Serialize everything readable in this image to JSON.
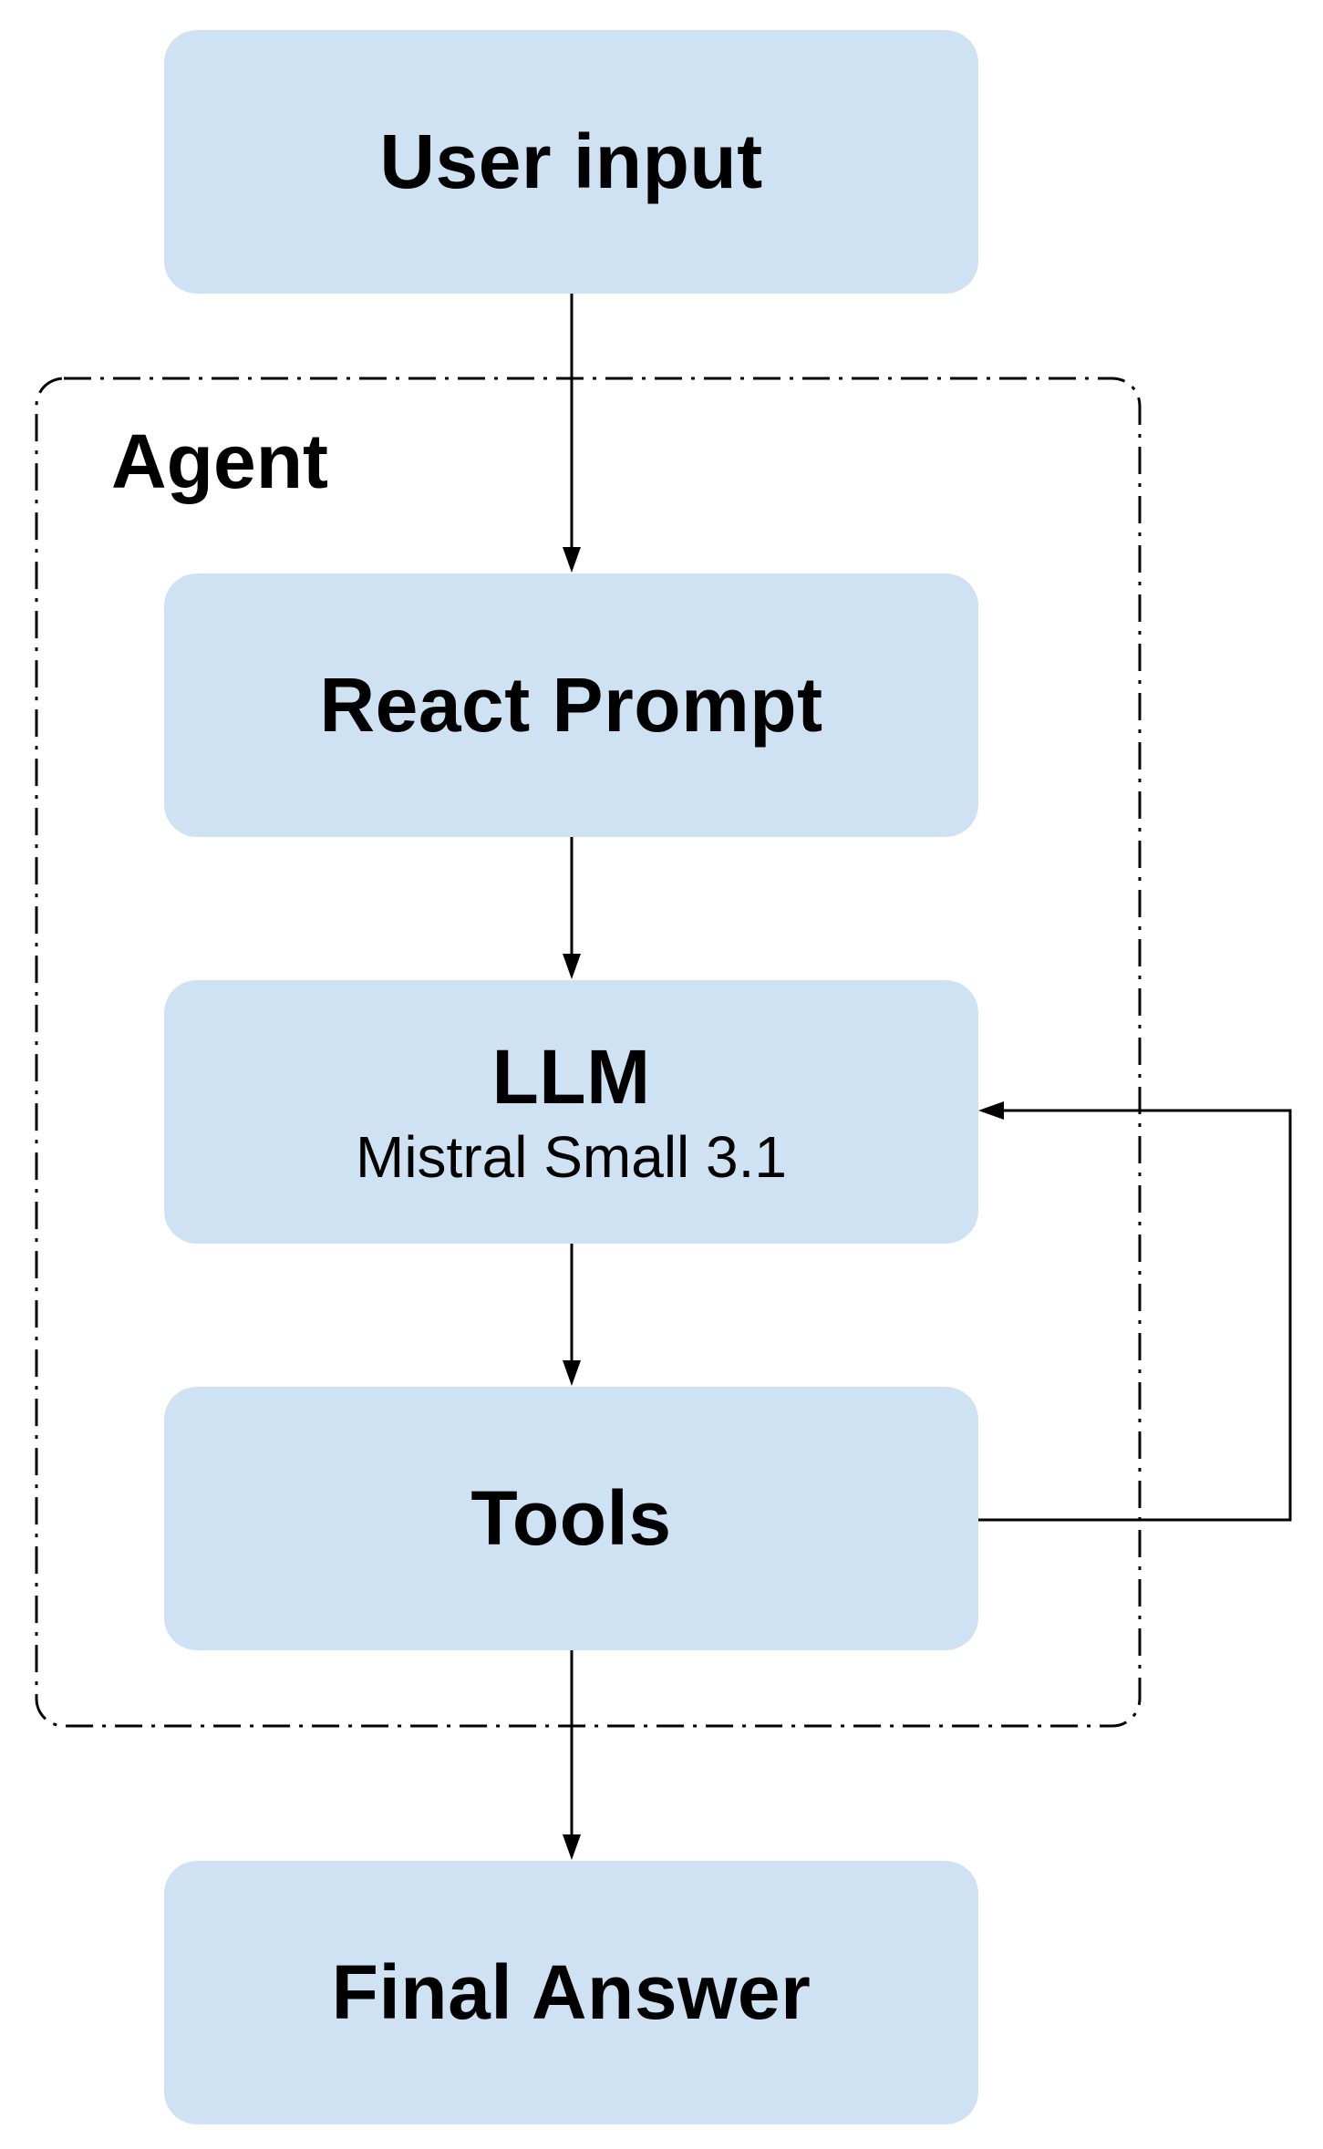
{
  "diagram": {
    "group": {
      "label": "Agent"
    },
    "nodes": {
      "user_input": {
        "title": "User input"
      },
      "react_prompt": {
        "title": "React Prompt"
      },
      "llm": {
        "title": "LLM",
        "subtitle": "Mistral Small 3.1"
      },
      "tools": {
        "title": "Tools"
      },
      "final_answer": {
        "title": "Final Answer"
      }
    },
    "edges": [
      {
        "from": "User input",
        "to": "React Prompt"
      },
      {
        "from": "React Prompt",
        "to": "LLM"
      },
      {
        "from": "LLM",
        "to": "Tools"
      },
      {
        "from": "Tools",
        "to": "LLM"
      },
      {
        "from": "Tools",
        "to": "Final Answer"
      }
    ],
    "colors": {
      "node_fill": "#cfe2f3",
      "line": "#000000",
      "group_border": "#000000"
    }
  }
}
